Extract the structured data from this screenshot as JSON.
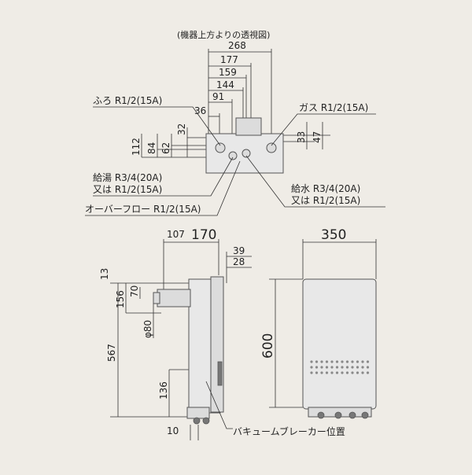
{
  "top_view": {
    "caption": "(機器上方よりの透視図)",
    "dims_horizontal": [
      "268",
      "177",
      "159",
      "144",
      "91",
      "36"
    ],
    "dims_left_vertical": [
      "32",
      "84",
      "62",
      "112"
    ],
    "dims_right_vertical": [
      "33",
      "47"
    ],
    "label_furo": "ふろ R1/2(15A)",
    "label_gas": "ガス R1/2(15A)",
    "label_kyuto_1": "給湯 R3/4(20A)",
    "label_kyuto_2": "又は R1/2(15A)",
    "label_overflow": "オーバーフロー R1/2(15A)",
    "label_kyusui_1": "給水 R3/4(20A)",
    "label_kyusui_2": "又は R1/2(15A)"
  },
  "side_view": {
    "dim_107": "107",
    "dim_170": "170",
    "dim_39": "39",
    "dim_28": "28",
    "dim_13": "13",
    "dim_156": "156",
    "dim_70": "70",
    "dim_phi80": "φ80",
    "dim_567": "567",
    "dim_136": "136",
    "dim_10": "10",
    "label_vacuum_breaker": "バキュームブレーカー位置"
  },
  "front_view": {
    "dim_350": "350",
    "dim_600": "600"
  }
}
